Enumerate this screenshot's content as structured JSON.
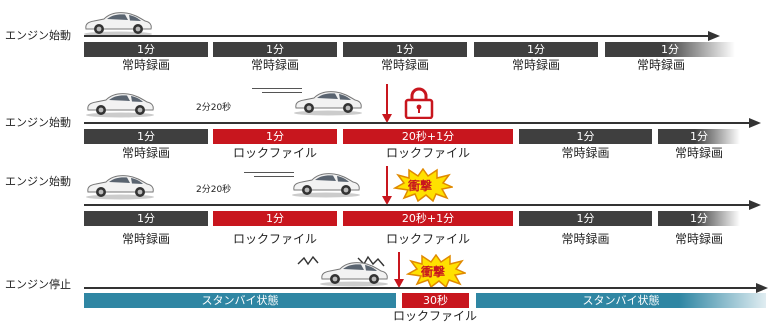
{
  "labels": {
    "engine_start": "エンジン始動",
    "engine_stop": "エンジン停止",
    "elapsed": "2分20秒",
    "impact": "衝撃"
  },
  "row1": {
    "segments": [
      "1分",
      "1分",
      "1分",
      "1分",
      "1分"
    ],
    "captions": [
      "常時録画",
      "常時録画",
      "常時録画",
      "常時録画",
      "常時録画"
    ]
  },
  "row2": {
    "segments": [
      "1分",
      "1分",
      "20秒+1分",
      "1分",
      "1分"
    ],
    "captions": [
      "常時録画",
      "ロックファイル",
      "ロックファイル",
      "常時録画",
      "常時録画"
    ]
  },
  "row3": {
    "segments": [
      "1分",
      "1分",
      "20秒+1分",
      "1分",
      "1分"
    ],
    "captions": [
      "常時録画",
      "ロックファイル",
      "ロックファイル",
      "常時録画",
      "常時録画"
    ]
  },
  "row4": {
    "segments": [
      "スタンバイ状態",
      "30秒",
      "スタンバイ状態"
    ],
    "caption": "ロックファイル"
  },
  "colors": {
    "recording": "#3f3f3f",
    "lock": "#c8161e",
    "standby": "#2f86a3",
    "impact_burst": "#ffe100"
  },
  "icons": [
    "car-icon",
    "lock-icon",
    "impact-burst-icon"
  ]
}
